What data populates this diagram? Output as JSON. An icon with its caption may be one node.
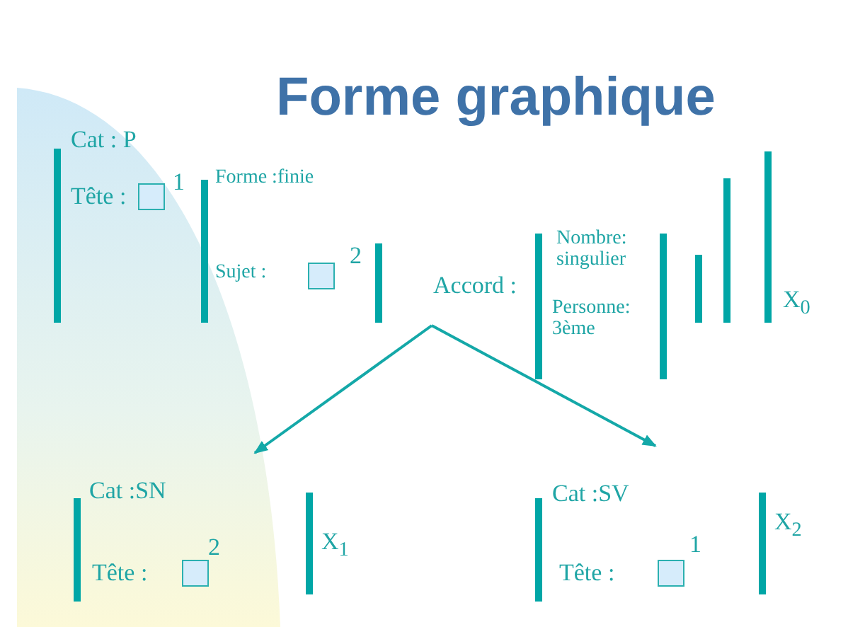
{
  "diagram": {
    "title": "Forme graphique",
    "nodes": [
      {
        "text": [
          "Cat : P",
          "Tête :",
          "1",
          "Forme :finie",
          "Sujet :",
          "2",
          "Accord :",
          "Nombre: singulier",
          "Personne: 3ème",
          "X$_{0}$"
        ]
      },
      {
        "text": [
          "Cat :SN",
          "Tête :",
          "2",
          "X$_{1}$"
        ]
      },
      {
        "text": [
          "Cat :SV",
          "Tête :",
          "1",
          "X$_{2}$"
        ]
      }
    ],
    "edges": [
      {
        "from": 0,
        "to": 1,
        "arrow": "to"
      },
      {
        "from": 0,
        "to": 2,
        "arrow": "to"
      }
    ]
  }
}
